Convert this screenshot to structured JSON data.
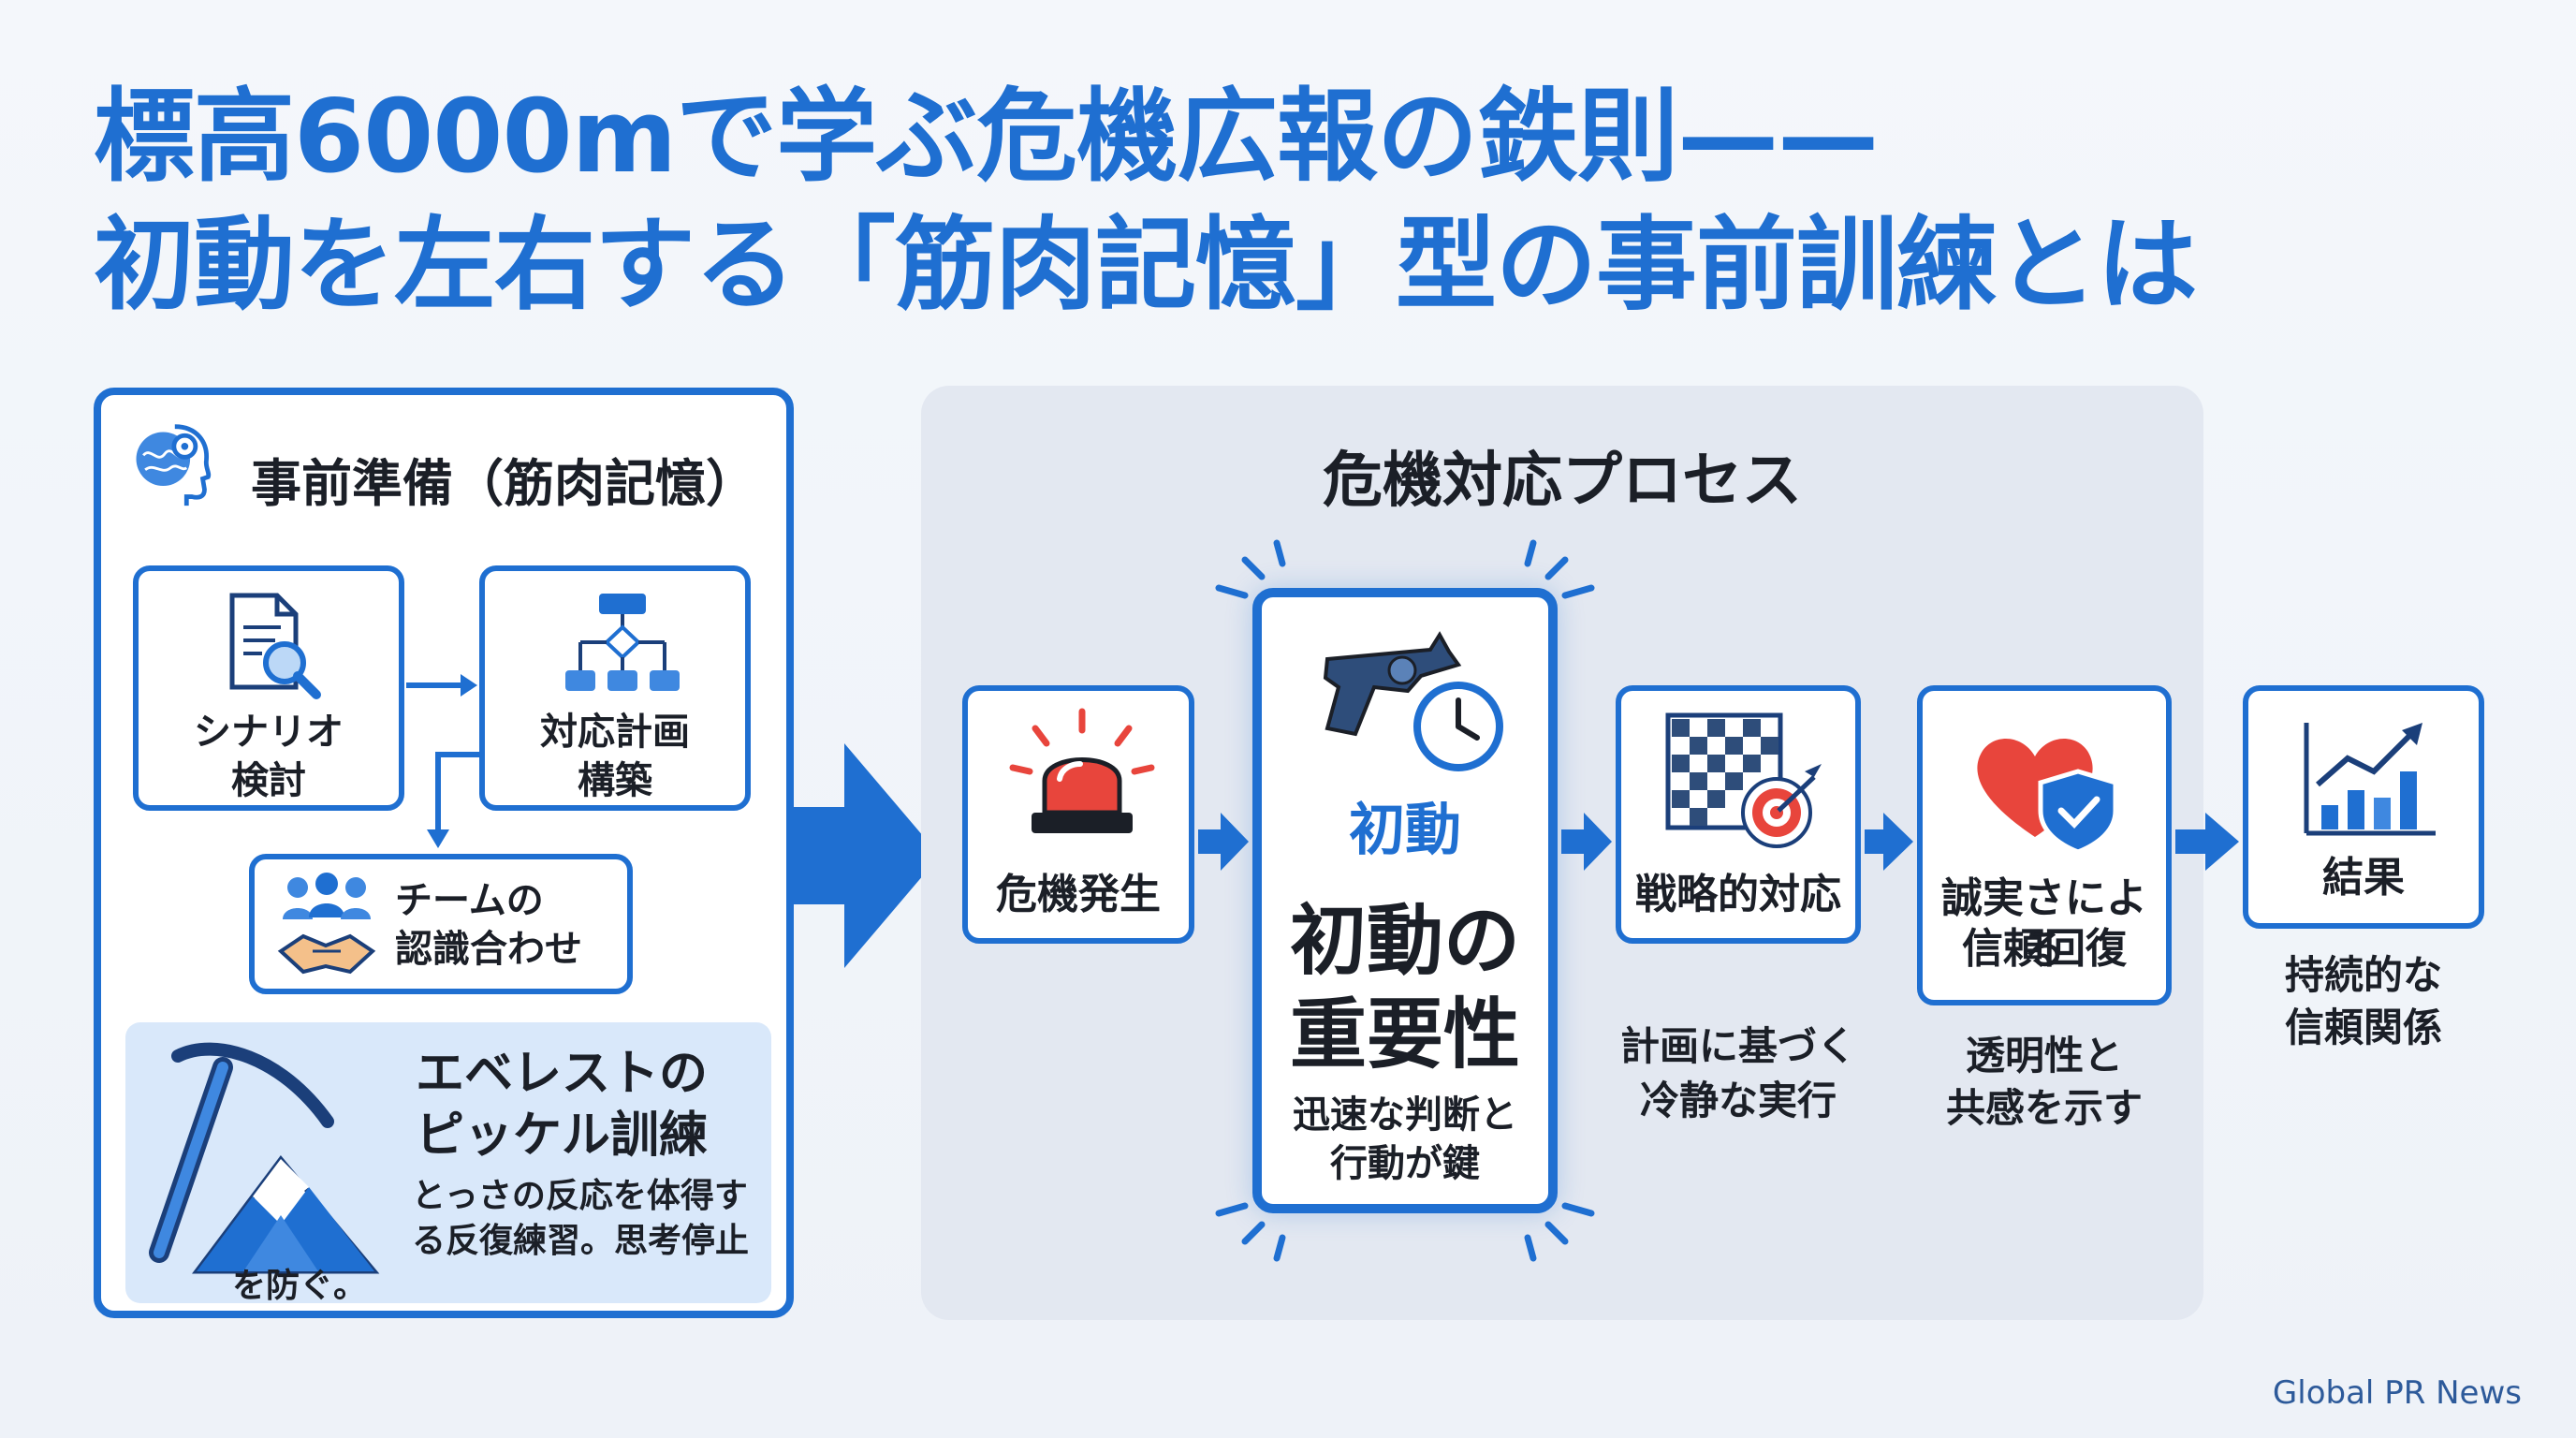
{
  "title": {
    "line1": "標高6000mで学ぶ危機広報の鉄則——",
    "line2": "初動を左右する「筋肉記憶」型の事前訓練とは"
  },
  "prep": {
    "heading": "事前準備（筋肉記憶）",
    "scenario": {
      "line1": "シナリオ",
      "line2": "検討"
    },
    "plan": {
      "line1": "対応計画",
      "line2": "構築"
    },
    "team": {
      "line1": "チームの",
      "line2": "認識合わせ"
    },
    "everest": {
      "title1": "エベレストの",
      "title2": "ピッケル訓練",
      "desc1": "とっさの反応を体得す",
      "desc2": "る反復練習。思考停止",
      "desc3": "を防ぐ。"
    }
  },
  "process": {
    "heading": "危機対応プロセス",
    "crisis": "危機発生",
    "core": {
      "tag": "初動",
      "main1": "初動の",
      "main2": "重要性",
      "desc1": "迅速な判断と",
      "desc2": "行動が鍵"
    },
    "strategy": {
      "label": "戦略的対応",
      "sub1": "計画に基づく",
      "sub2": "冷静な実行"
    },
    "trust": {
      "line1": "誠実さによる",
      "line2": "信頼回復",
      "sub1": "透明性と",
      "sub2": "共感を示す"
    },
    "result": {
      "label": "結果",
      "sub1": "持続的な",
      "sub2": "信頼関係"
    }
  },
  "footer": "Global PR News",
  "colors": {
    "accent": "#1f6fd1",
    "alarm": "#e8453c",
    "panel": "#e3e8f1",
    "note": "#d9e8fa"
  },
  "icons": [
    "brain-gear-icon",
    "document-search-icon",
    "flowchart-icon",
    "team-handshake-icon",
    "ice-axe-mountain-icon",
    "siren-icon",
    "revolver-clock-icon",
    "target-grid-icon",
    "heart-shield-icon",
    "growth-chart-icon"
  ]
}
